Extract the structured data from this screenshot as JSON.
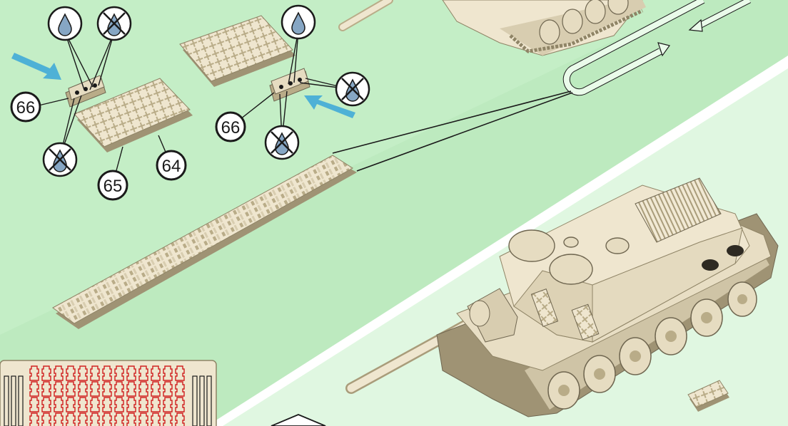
{
  "part_callouts": [
    {
      "id": "callout-66-left",
      "label": "66"
    },
    {
      "id": "callout-66-right",
      "label": "66"
    },
    {
      "id": "callout-65",
      "label": "65"
    },
    {
      "id": "callout-64",
      "label": "64"
    }
  ],
  "glue_symbols": [
    {
      "id": "glue-allowed-top-left",
      "glue": true
    },
    {
      "id": "glue-forbidden-top-left",
      "glue": false
    },
    {
      "id": "glue-forbidden-bottom-left",
      "glue": false
    },
    {
      "id": "glue-allowed-top-right",
      "glue": true
    },
    {
      "id": "glue-forbidden-right",
      "glue": false
    },
    {
      "id": "glue-forbidden-bottom-right",
      "glue": false
    }
  ],
  "colors": {
    "background_band_light": "#dff6e0",
    "background_band_mid": "#c4eec6",
    "background_band_dark": "#b3e6b6",
    "divider": "#ffffff",
    "wood": "#efe6cf",
    "wood_shadow": "#b9ac88",
    "line": "#1a1a1a",
    "arrow_blue": "#3aa6d8",
    "drop_blue": "#86a6c4",
    "sheet_red": "#d02020"
  }
}
